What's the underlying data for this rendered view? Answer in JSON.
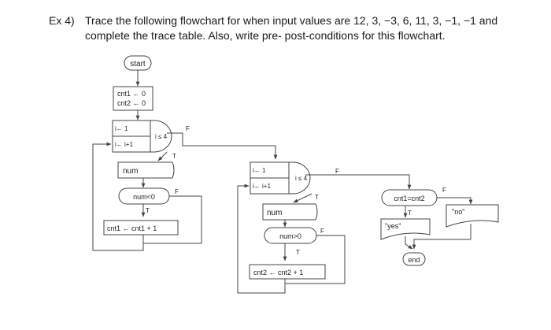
{
  "exercise": {
    "number": "Ex 4)",
    "line1": "Trace the following flowchart for when input values are 12, 3, −3, 6, 11, 3, −1, −1 and",
    "line2": "complete the trace table. Also, write pre- post-conditions for this flowchart."
  },
  "flowchart": {
    "start": "start",
    "init1": "cnt1 ← 0",
    "init2": "cnt2 ← 0",
    "loop1": {
      "init": "i← 1",
      "step": "i← i+1",
      "cond": "i ≤ 4",
      "true": "T",
      "false": "F"
    },
    "input1": "num",
    "dec1": {
      "cond": "num<0",
      "true": "T",
      "false": "F"
    },
    "proc1": "cnt1 ← cnt1 + 1",
    "loop2": {
      "init": "i← 1",
      "step": "i← i+1",
      "cond": "i ≤ 4",
      "true": "T",
      "false": "F"
    },
    "input2": "num",
    "dec2": {
      "cond": "num>0",
      "true": "T",
      "false": "F"
    },
    "proc2": "cnt2 ← cnt2 + 1",
    "dec3": {
      "cond": "cnt1=cnt2",
      "true": "T",
      "false": "F"
    },
    "out_yes": "\"yes\"",
    "out_no": "\"no\"",
    "end": "end"
  }
}
